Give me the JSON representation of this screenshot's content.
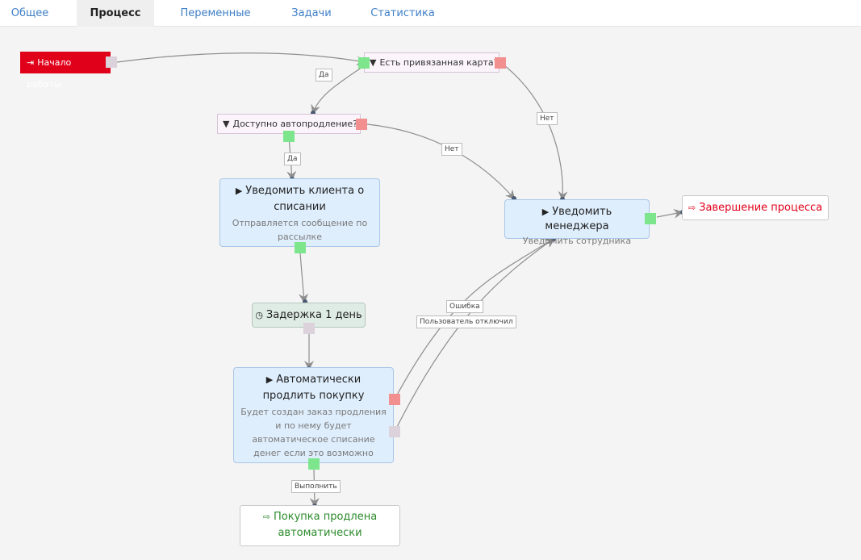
{
  "tabs": [
    {
      "label": "Общее",
      "active": false
    },
    {
      "label": "Процесс",
      "active": true
    },
    {
      "label": "Переменные",
      "active": false
    },
    {
      "label": "Задачи",
      "active": false
    },
    {
      "label": "Статистика",
      "active": false
    }
  ],
  "nodes": {
    "start": {
      "label": "Начало работы",
      "icon": "sign-in-icon"
    },
    "has_card": {
      "label": "Есть привязанная карта?",
      "icon": "filter-icon"
    },
    "autorenew": {
      "label": "Доступно автопродление?",
      "icon": "filter-icon"
    },
    "notify_client": {
      "title": "Уведомить клиента о списании",
      "desc": "Отправляется сообщение по рассылке",
      "icon": "play-icon"
    },
    "delay": {
      "label": "Задержка 1 день",
      "icon": "clock-icon"
    },
    "auto_extend": {
      "title": "Автоматически продлить покупку",
      "desc": "Будет создан заказ продления и по нему будет автоматическое списание денег если это возможно",
      "icon": "play-icon"
    },
    "purchase_extended": {
      "label": "Покупка продлена автоматически",
      "icon": "sign-out-icon"
    },
    "notify_manager": {
      "title": "Уведомить менеджера",
      "desc": "Уведомить сотрудника",
      "icon": "play-icon"
    },
    "finish": {
      "label": "Завершение процесса",
      "icon": "sign-out-icon"
    }
  },
  "edge_labels": {
    "yes1": "Да",
    "yes2": "Да",
    "no1": "Нет",
    "no2": "Нет",
    "error": "Ошибка",
    "user_disabled": "Пользователь отключил",
    "done": "Выполнить"
  },
  "colors": {
    "start": "#e1001a",
    "finish_text": "#e1001a",
    "success_text": "#2a8a2a",
    "tab_link": "#3f7fc6",
    "task_bg": "#dfeefd",
    "delay_bg": "#dfece6",
    "port_green": "#7de68d",
    "port_red": "#f28f8f",
    "port_grey": "#dcd2dc"
  }
}
